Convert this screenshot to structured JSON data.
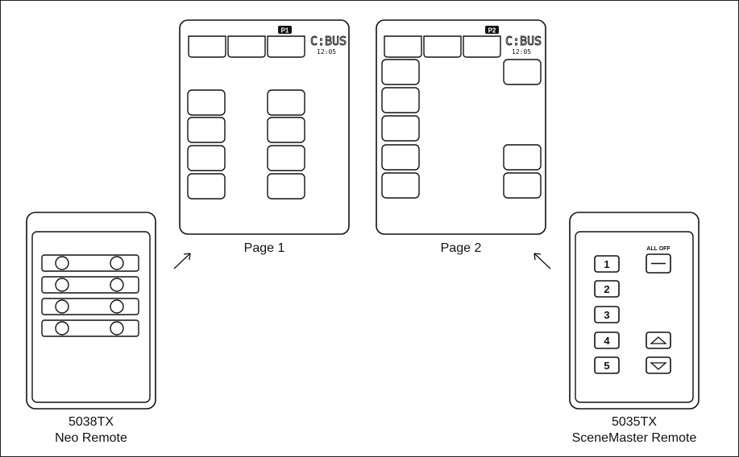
{
  "page1": {
    "page_label": "Page 1",
    "badge": "P1",
    "logo": "C:BUS",
    "time": "12:05"
  },
  "page2": {
    "page_label": "Page 2",
    "badge": "P2",
    "logo": "C:BUS",
    "time": "12:05"
  },
  "remote_neo": {
    "model": "5038TX",
    "name": "Neo Remote"
  },
  "remote_scenemaster": {
    "model": "5035TX",
    "name": "SceneMaster Remote",
    "all_off_label": "ALL OFF",
    "keys": [
      "1",
      "2",
      "3",
      "4",
      "5"
    ]
  }
}
